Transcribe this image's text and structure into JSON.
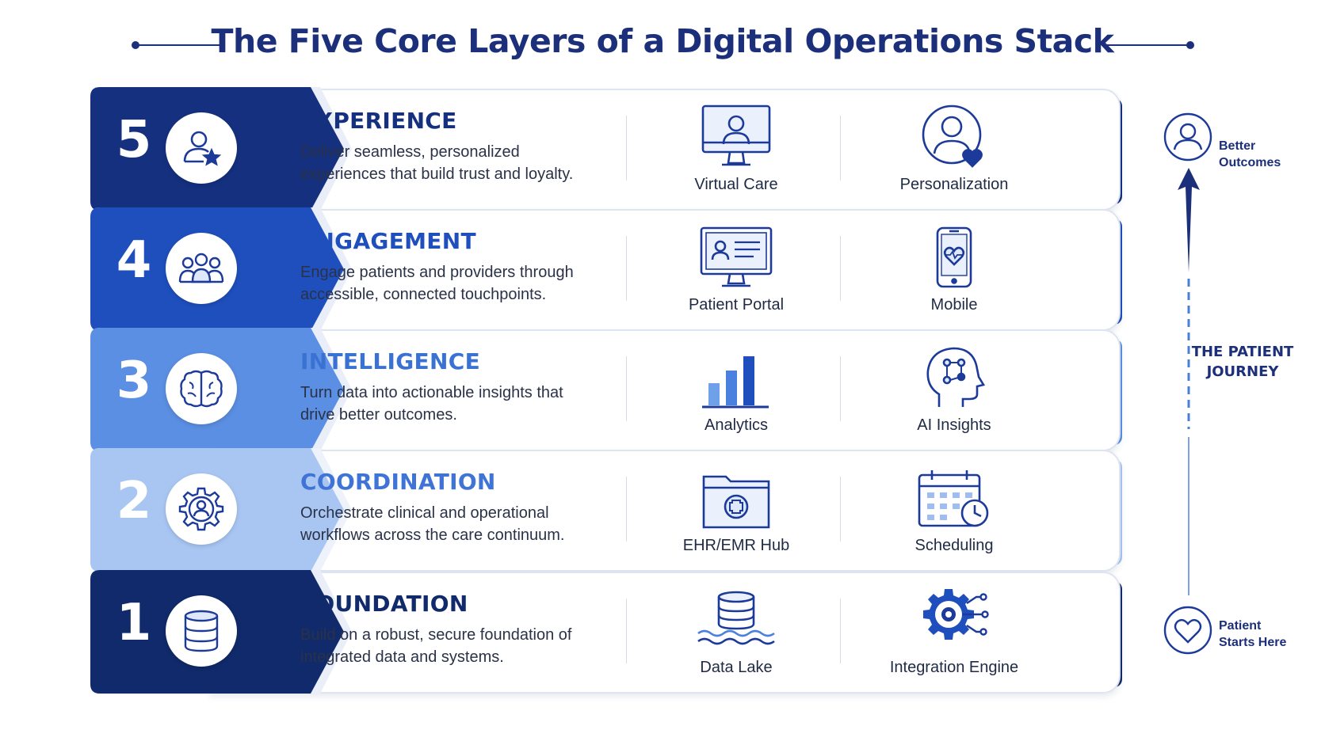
{
  "title": "The Five Core Layers of a Digital Operations Stack",
  "colors": {
    "title": "#1c2f7a",
    "layer5": "#14307f",
    "layer4": "#1e4fbd",
    "layer3": "#5b8fe3",
    "layer2": "#a9c6f3",
    "layer1": "#102a6b"
  },
  "layers": [
    {
      "number": "5",
      "title": "EXPERIENCE",
      "description": "Deliver seamless, personalized experiences that build trust and loyalty.",
      "icon": "user-star-icon",
      "components": [
        {
          "label": "Virtual Care",
          "icon": "monitor-user-icon"
        },
        {
          "label": "Personalization",
          "icon": "user-heart-icon"
        }
      ]
    },
    {
      "number": "4",
      "title": "ENGAGEMENT",
      "description": "Engage patients and providers through accessible, connected touchpoints.",
      "icon": "group-icon",
      "components": [
        {
          "label": "Patient Portal",
          "icon": "portal-icon"
        },
        {
          "label": "Mobile",
          "icon": "mobile-heart-icon"
        }
      ]
    },
    {
      "number": "3",
      "title": "INTELLIGENCE",
      "description": "Turn data into actionable insights that drive better outcomes.",
      "icon": "brain-icon",
      "components": [
        {
          "label": "Analytics",
          "icon": "bar-chart-icon"
        },
        {
          "label": "AI Insights",
          "icon": "ai-head-icon"
        }
      ]
    },
    {
      "number": "2",
      "title": "COORDINATION",
      "description": "Orchestrate clinical and operational workflows across the care continuum.",
      "icon": "gear-user-icon",
      "components": [
        {
          "label": "EHR/EMR Hub",
          "icon": "medical-folder-icon"
        },
        {
          "label": "Scheduling",
          "icon": "calendar-clock-icon"
        }
      ]
    },
    {
      "number": "1",
      "title": "FOUNDATION",
      "description": "Build on a robust, secure foundation of integrated data and systems.",
      "icon": "database-icon",
      "components": [
        {
          "label": "Data Lake",
          "icon": "data-lake-icon"
        },
        {
          "label": "Integration Engine",
          "icon": "integration-gear-icon"
        }
      ]
    }
  ],
  "journey": {
    "top_label": "Better Outcomes",
    "middle_label": "THE PATIENT JOURNEY",
    "bottom_label": "Patient Starts Here"
  }
}
